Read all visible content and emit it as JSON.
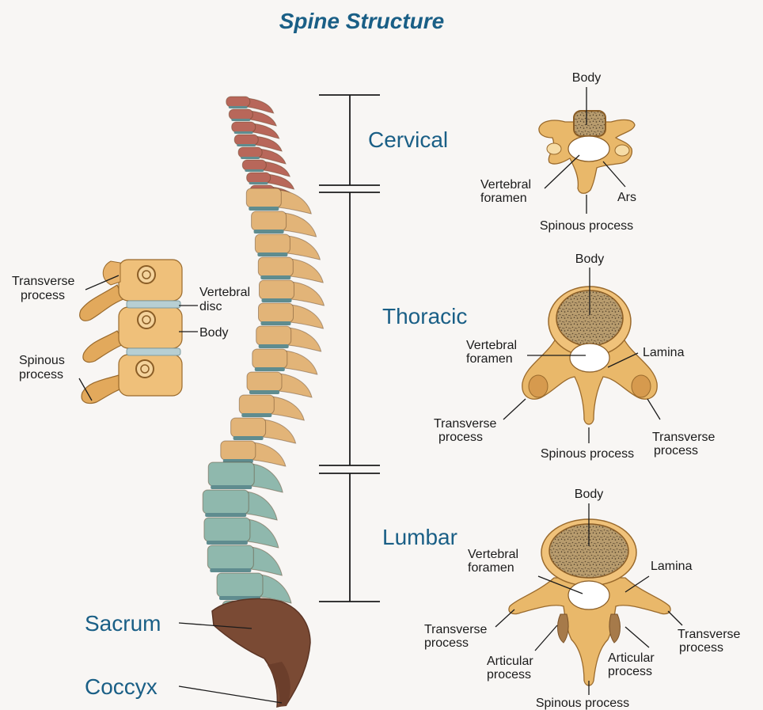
{
  "title": "Spine Structure",
  "regions": {
    "cervical": "Cervical",
    "thoracic": "Thoracic",
    "lumbar": "Lumbar",
    "sacrum": "Sacrum",
    "coccyx": "Coccyx"
  },
  "side_view": {
    "transverse_process": [
      "Transverse",
      "process"
    ],
    "spinous_process": [
      "Spinous",
      "process"
    ],
    "vertebral_disc": [
      "Vertebral",
      "disc"
    ],
    "body": "Body"
  },
  "cervical_vertebra": {
    "body": "Body",
    "vertebral_foramen": [
      "Vertebral",
      "foramen"
    ],
    "ars": "Ars",
    "spinous_process": "Spinous process"
  },
  "thoracic_vertebra": {
    "body": "Body",
    "vertebral_foramen": [
      "Vertebral",
      "foramen"
    ],
    "lamina": "Lamina",
    "transverse_process_left": [
      "Transverse",
      "process"
    ],
    "transverse_process_right": [
      "Transverse",
      "process"
    ],
    "spinous_process": "Spinous process"
  },
  "lumbar_vertebra": {
    "body": "Body",
    "vertebral_foramen": [
      "Vertebral",
      "foramen"
    ],
    "lamina": "Lamina",
    "transverse_process_left": [
      "Transverse",
      "process"
    ],
    "transverse_process_right": [
      "Transverse",
      "process"
    ],
    "articular_process_left": [
      "Articular",
      "process"
    ],
    "articular_process_right": [
      "Articular",
      "process"
    ],
    "spinous_process": "Spinous process"
  },
  "colors": {
    "title": "#1a5f86",
    "cervical": "#b8675a",
    "thoracic": "#e2b478",
    "lumbar": "#8fb8ad",
    "sacrum": "#7a4a34",
    "disc": "#5f8c8f",
    "bone": "#e9b86a",
    "marrow": "#8c7a5c"
  }
}
